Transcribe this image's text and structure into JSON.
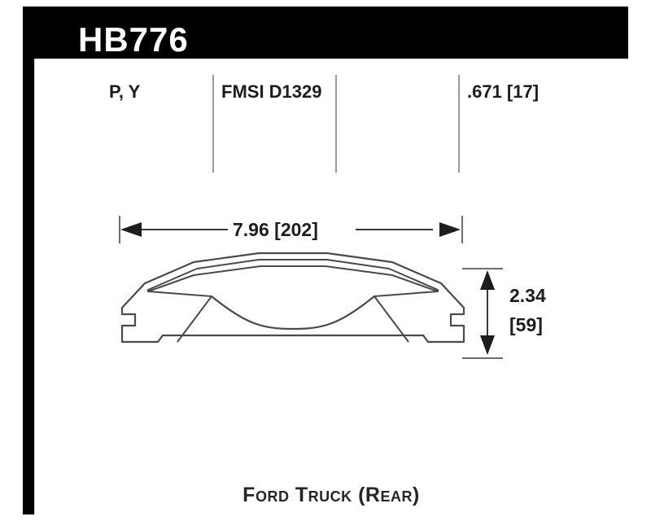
{
  "header": {
    "part_number": "HB776",
    "background_color": "#000000",
    "text_color": "#ffffff"
  },
  "spec_row": {
    "compound_codes": "P, Y",
    "fmsi_number": "FMSI D1329",
    "thickness": ".671 [17]",
    "divider_color": "#9a9a9a"
  },
  "dimensions": {
    "width_label": "7.96 [202]",
    "height_label_inches": "2.34",
    "height_label_mm": "[59]",
    "line_color": "#1d1d1d"
  },
  "drawing": {
    "name": "brake-pad-outline",
    "outline_color": "#4a4a4a",
    "fill_color": "#ffffff"
  },
  "caption": {
    "application": "Ford Truck (Rear)"
  }
}
